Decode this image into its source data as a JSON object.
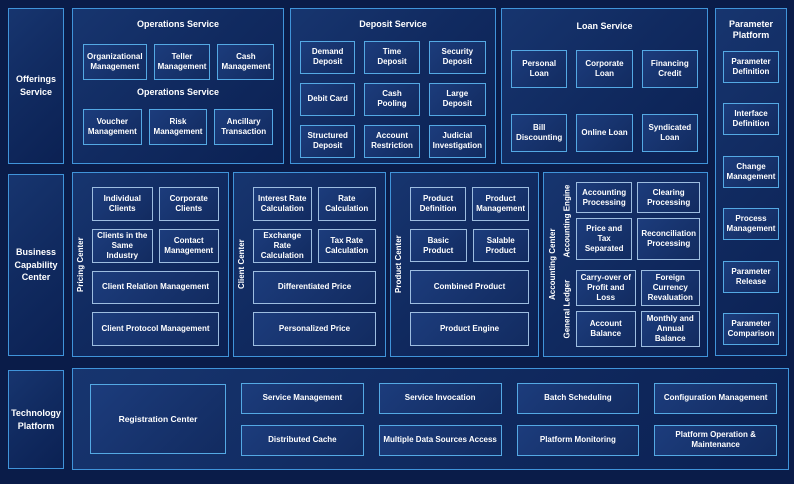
{
  "colors": {
    "page_bg": "#0a1c49",
    "panel_border": "#4094da",
    "box_border_bright": "#54a9e4",
    "box_border_pale": "#9dbde0",
    "text": "#ffffff"
  },
  "rails": {
    "offerings": "Offerings Service",
    "business": "Business Capability Center",
    "technology": "Technology Platform"
  },
  "top": {
    "operations": {
      "title": "Operations Service",
      "mid_title": "Operations Service",
      "row1": [
        "Organizational Management",
        "Teller Management",
        "Cash Management"
      ],
      "row2": [
        "Voucher Management",
        "Risk Management",
        "Ancillary Transaction"
      ]
    },
    "deposit": {
      "title": "Deposit Service",
      "items": [
        "Demand Deposit",
        "Time Deposit",
        "Security Deposit",
        "Debit Card",
        "Cash Pooling",
        "Large Deposit",
        "Structured Deposit",
        "Account Restriction",
        "Judicial Investigation"
      ]
    },
    "loan": {
      "title": "Loan Service",
      "row1": [
        "Personal Loan",
        "Corporate Loan",
        "Financing Credit"
      ],
      "row2": [
        "Bill Discounting",
        "Online Loan",
        "Syndicated Loan"
      ]
    }
  },
  "parameter_platform": {
    "title": "Parameter Platform",
    "items": [
      "Parameter Definition",
      "Interface Definition",
      "Change Management",
      "Process Management",
      "Parameter Release",
      "Parameter Comparison"
    ]
  },
  "middle": {
    "pricing": {
      "label": "Pricing Center",
      "small": [
        "Individual Clients",
        "Corporate Clients",
        "Clients in the Same Industry",
        "Contact Management"
      ],
      "wide": [
        "Client Relation Management",
        "Client Protocol Management"
      ]
    },
    "client": {
      "label": "Client Center",
      "small": [
        "Interest Rate Calculation",
        "Rate Calculation",
        "Exchange Rate Calculation",
        "Tax Rate Calculation"
      ],
      "wide": [
        "Differentiated Price",
        "Personalized Price"
      ]
    },
    "product": {
      "label": "Product Center",
      "small": [
        "Product Definition",
        "Product Management",
        "Basic Product",
        "Salable Product"
      ],
      "wide": [
        "Combined Product",
        "Product Engine"
      ]
    },
    "accounting": {
      "label": "Accounting Center",
      "engine": {
        "label": "Accounting Engine",
        "items": [
          "Accounting Processing",
          "Clearing Processing",
          "Price and Tax Separated",
          "Reconciliation Processing"
        ]
      },
      "ledger": {
        "label": "General Ledger",
        "items": [
          "Carry-over of Profit and Loss",
          "Foreign Currency Revaluation",
          "Account Balance",
          "Monthly and Annual Balance"
        ]
      }
    }
  },
  "bottom": {
    "registration": "Registration Center",
    "cols": [
      [
        "Service Management",
        "Distributed Cache"
      ],
      [
        "Service Invocation",
        "Multiple Data Sources Access"
      ],
      [
        "Batch Scheduling",
        "Platform Monitoring"
      ],
      [
        "Configuration Management",
        "Platform Operation & Maintenance"
      ]
    ]
  }
}
